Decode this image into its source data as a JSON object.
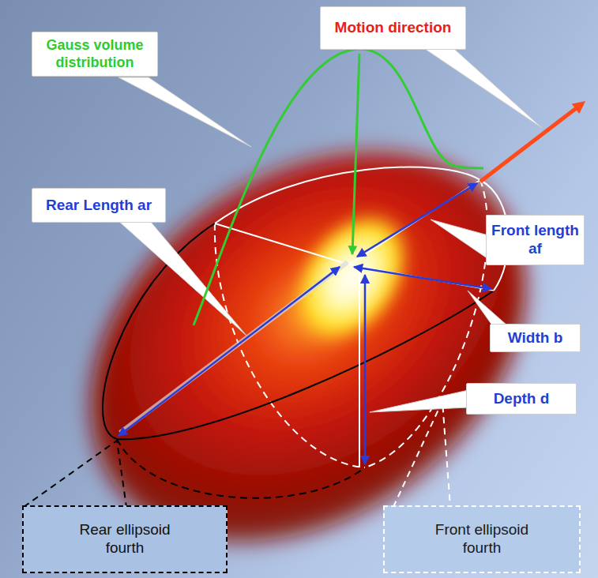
{
  "diagram": {
    "nodes": [
      {
        "text": [
          "Gauss volume distribution"
        ]
      },
      {
        "text": [
          "Motion direction"
        ]
      },
      {
        "text": [
          "Rear Length ar"
        ]
      },
      {
        "text": [
          "Front length af"
        ]
      },
      {
        "text": [
          "Width b"
        ]
      },
      {
        "text": [
          "Depth d"
        ]
      },
      {
        "text": [
          "Rear ellipsoid fourth"
        ]
      },
      {
        "text": [
          "Front ellipsoid fourth"
        ]
      }
    ]
  }
}
